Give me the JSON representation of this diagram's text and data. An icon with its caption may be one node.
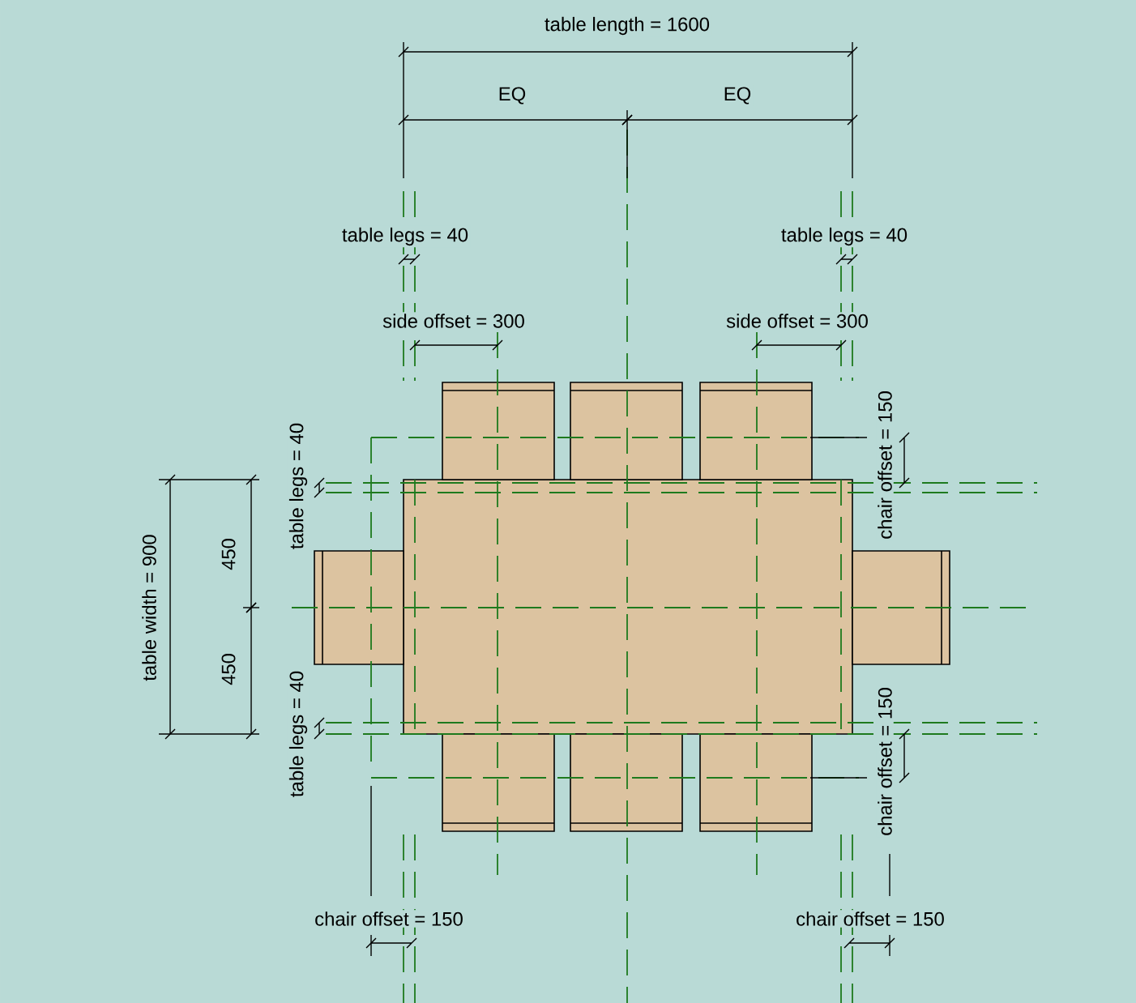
{
  "diagram": {
    "labels": [
      "table length = 1600",
      "EQ",
      "EQ",
      "table legs = 40",
      "table legs = 40",
      "side offset = 300",
      "side offset = 300",
      "table legs = 40",
      "chair offset = 150",
      "table width = 900",
      "450",
      "450",
      "table legs = 40",
      "chair offset = 150",
      "chair offset = 150",
      "chair offset = 150"
    ]
  }
}
